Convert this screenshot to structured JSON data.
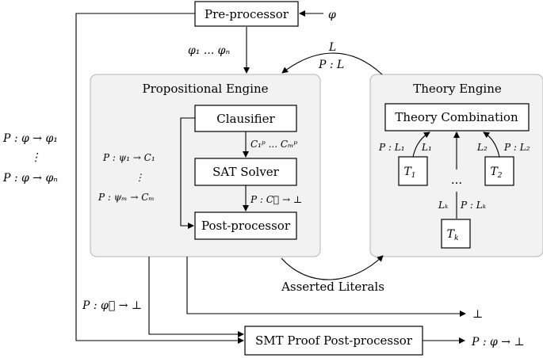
{
  "boxes": {
    "preprocessor": "Pre-processor",
    "clausifier": "Clausifier",
    "sat_solver": "SAT Solver",
    "postprocessor": "Post-processor",
    "theory_combination": "Theory Combination",
    "t1": "T",
    "t1_sub": "1",
    "t2": "T",
    "t2_sub": "2",
    "tk": "T",
    "tk_sub": "k",
    "smt_post": "SMT Proof Post-processor"
  },
  "panels": {
    "propositional": "Propositional Engine",
    "theory": "Theory Engine"
  },
  "labels": {
    "phi_in": "φ",
    "phis": "φ₁ ... φₙ",
    "L_top": "L",
    "P_L_top": "P : L",
    "P_phi_1": "P : φ → φ₁",
    "vdots": "⋮",
    "P_phi_n": "P : φ → φₙ",
    "psi_1": "P : ψ₁ → C₁",
    "psi_dots": "⋮",
    "psi_m": "P : ψₘ → Cₘ",
    "c_p": "C₁ᵖ ... Cₘᵖ",
    "c_vec": "P : C⃗ → ⊥",
    "pl1": "P : L₁",
    "l1": "L₁",
    "l2": "L₂",
    "pl2": "P : L₂",
    "dots": "...",
    "lk": "Lₖ",
    "plk": "P : Lₖ",
    "asserted": "Asserted Literals",
    "bot": "⊥",
    "phi_vec": "P : φ⃗ → ⊥",
    "final": "P : φ → ⊥"
  }
}
